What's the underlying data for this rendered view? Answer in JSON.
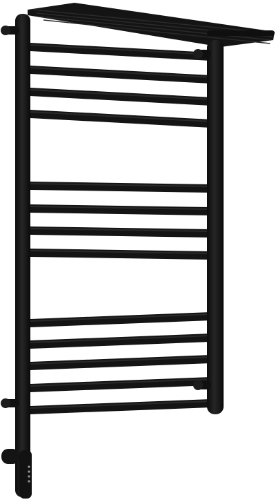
{
  "product": {
    "subject": "towel-warmer-with-shelf",
    "finish_color": "#141414",
    "highlight_color": "#2a2a2a",
    "background_color": "#ffffff",
    "indicator_light_color": "#9a9a9a"
  },
  "rails": {
    "count": 13,
    "groups": [
      4,
      4,
      5
    ]
  },
  "shelf": {
    "bar_count": 4
  },
  "wall_mounts": {
    "count": 4
  },
  "control_unit": {
    "indicator_dots": 4
  }
}
